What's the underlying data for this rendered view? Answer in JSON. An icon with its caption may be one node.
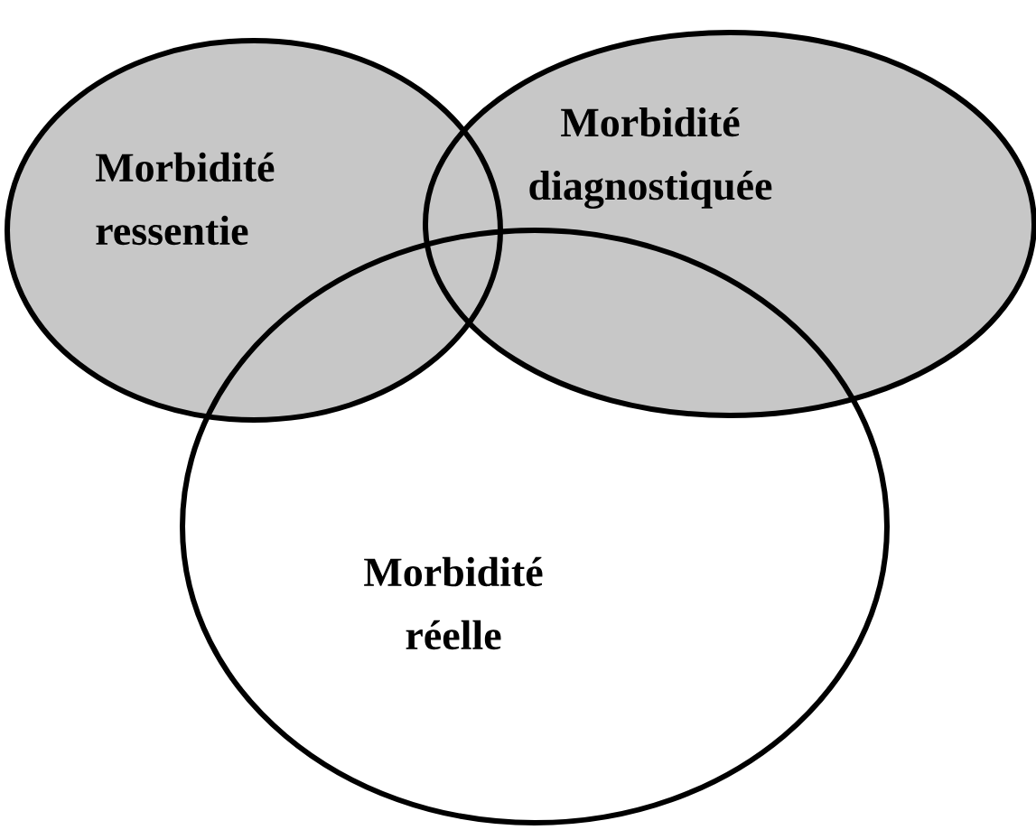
{
  "diagram": {
    "nodes": [
      {
        "text": [
          "Morbidité ressentie"
        ]
      },
      {
        "text": [
          "Morbidité diagnostiquée"
        ]
      },
      {
        "text": [
          "Morbidité réelle"
        ]
      }
    ]
  }
}
